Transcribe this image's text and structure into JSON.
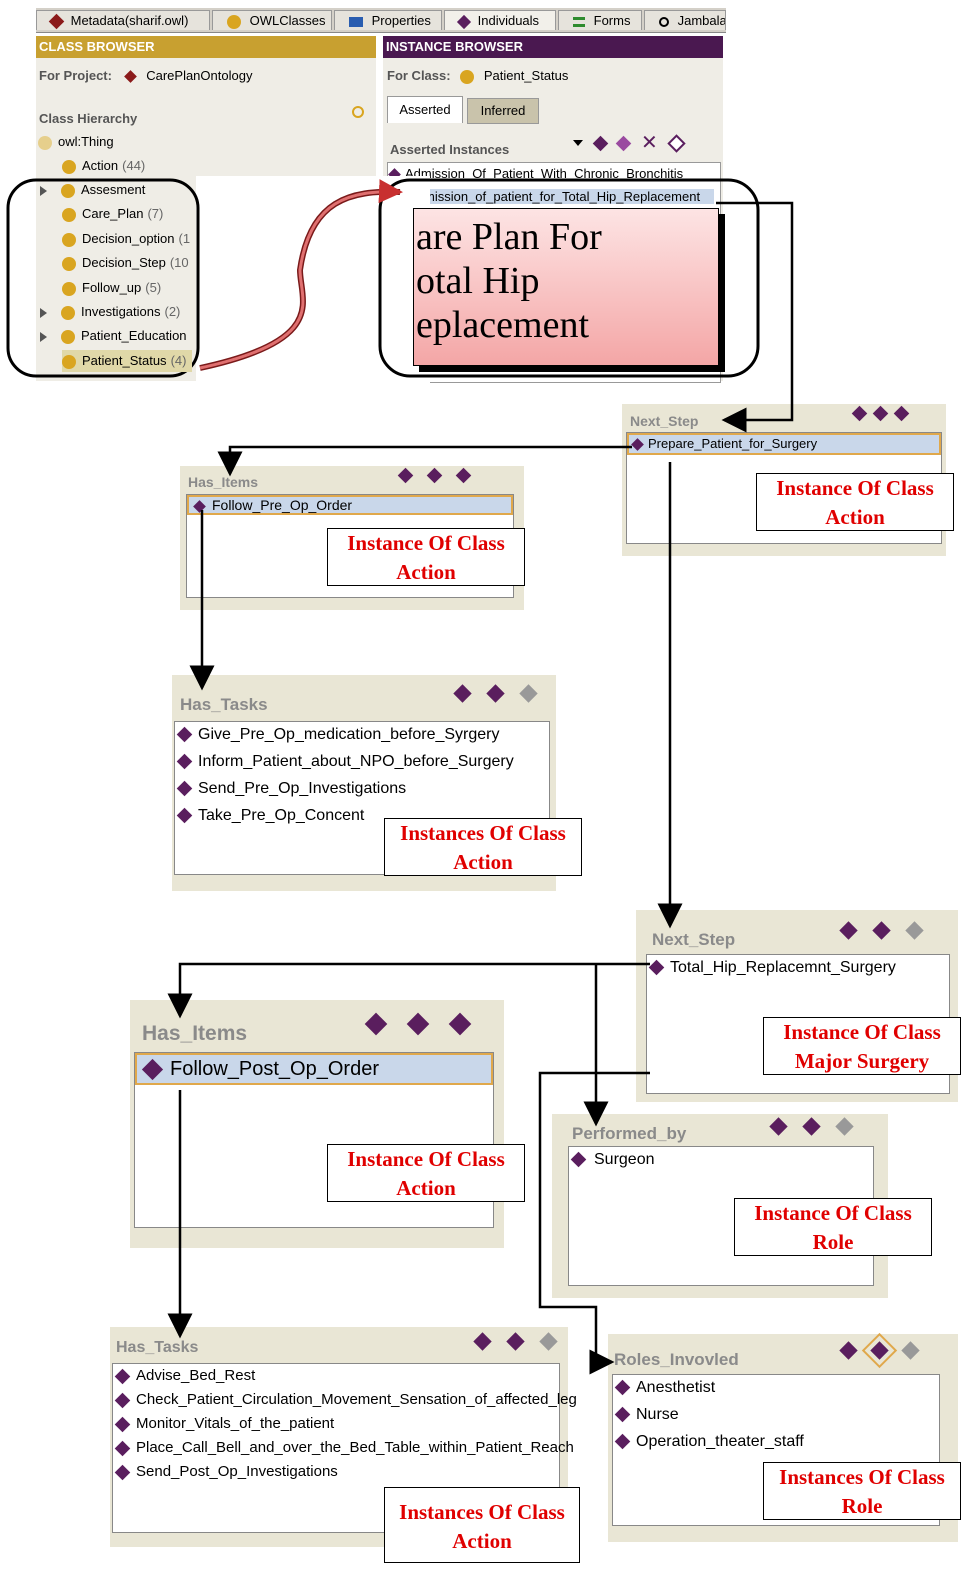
{
  "tabs": [
    {
      "label": "Metadata(sharif.owl)",
      "icon": "metadata-icon",
      "color": "#8b1a1a"
    },
    {
      "label": "OWLClasses",
      "icon": "class-icon",
      "color": "#d9a520"
    },
    {
      "label": "Properties",
      "icon": "properties-icon",
      "color": "#2a5db0"
    },
    {
      "label": "Individuals",
      "icon": "individual-icon",
      "color": "#5a1e5e"
    },
    {
      "label": "Forms",
      "icon": "forms-icon",
      "color": "#2e8b2e"
    },
    {
      "label": "Jambala",
      "icon": "jambalaya-icon",
      "color": "#000000"
    }
  ],
  "class_browser": {
    "header": "CLASS BROWSER",
    "header_color": "#c8a030",
    "project_label": "For Project:",
    "project_name": "CarePlanOntology",
    "hierarchy_label": "Class Hierarchy",
    "root": "owl:Thing",
    "classes": [
      {
        "name": "Action",
        "count": "(44)",
        "expandable": false
      },
      {
        "name": "Assesment",
        "count": "",
        "expandable": true
      },
      {
        "name": "Care_Plan",
        "count": "(7)",
        "expandable": false
      },
      {
        "name": "Decision_option",
        "count": "(1",
        "expandable": false
      },
      {
        "name": "Decision_Step",
        "count": "(10",
        "expandable": false
      },
      {
        "name": "Follow_up",
        "count": "(5)",
        "expandable": false
      },
      {
        "name": "Investigations",
        "count": "(2)",
        "expandable": true
      },
      {
        "name": "Patient_Education",
        "count": "",
        "expandable": true
      },
      {
        "name": "Patient_Status",
        "count": "(4)",
        "expandable": false
      }
    ]
  },
  "instance_browser": {
    "header": "INSTANCE BROWSER",
    "header_color": "#4a1850",
    "class_label": "For Class:",
    "class_name": "Patient_Status",
    "tab_asserted": "Asserted",
    "tab_inferred": "Inferred",
    "instances_label": "Asserted Instances",
    "instances": [
      "Admission_Of_Patient_With_Chronic_Bronchitis",
      "mission_of_patient_for_Total_Hip_Replacement"
    ]
  },
  "big_label": {
    "lines": [
      "are Plan For",
      "otal Hip",
      "eplacement"
    ]
  },
  "widgets": {
    "next_step_1": {
      "title": "Next_Step",
      "items": [
        "Prepare_Patient_for_Surgery"
      ]
    },
    "has_items_1": {
      "title": "Has_Items",
      "items": [
        "Follow_Pre_Op_Order"
      ]
    },
    "has_tasks_1": {
      "title": "Has_Tasks",
      "items": [
        "Give_Pre_Op_medication_before_Syrgery",
        "Inform_Patient_about_NPO_before_Surgery",
        "Send_Pre_Op_Investigations",
        "Take_Pre_Op_Concent"
      ]
    },
    "next_step_2": {
      "title": "Next_Step",
      "items": [
        "Total_Hip_Replacemnt_Surgery"
      ]
    },
    "has_items_2": {
      "title": "Has_Items",
      "items": [
        "Follow_Post_Op_Order"
      ]
    },
    "performed_by": {
      "title": "Performed_by",
      "items": [
        "Surgeon"
      ]
    },
    "has_tasks_2": {
      "title": "Has_Tasks",
      "items": [
        "Advise_Bed_Rest",
        "Check_Patient_Circulation_Movement_Sensation_of_affected_leg",
        "Monitor_Vitals_of_the_patient",
        "Place_Call_Bell_and_over_the_Bed_Table_within_Patient_Reach",
        "Send_Post_Op_Investigations"
      ]
    },
    "roles_involved": {
      "title": "Roles_Invovled",
      "items": [
        "Anesthetist",
        "Nurse",
        "Operation_theater_staff"
      ]
    }
  },
  "callouts": {
    "c1": [
      "Instance Of Class",
      "Action"
    ],
    "c2": [
      "Instance Of Class",
      "Action"
    ],
    "c3": [
      "Instances Of Class",
      "Action"
    ],
    "c4": [
      "Instance Of Class",
      "Major Surgery"
    ],
    "c5": [
      "Instance Of Class",
      "Action"
    ],
    "c6": [
      "Instance Of Class",
      "Role"
    ],
    "c7": [
      "Instances Of Class",
      "Action"
    ],
    "c8": [
      "Instances Of Class",
      "Role"
    ]
  },
  "colors": {
    "instance": "#5a1e5e",
    "class": "#d9a520",
    "callout_text": "#e00000",
    "widget_bg": "#e9e6d5"
  }
}
